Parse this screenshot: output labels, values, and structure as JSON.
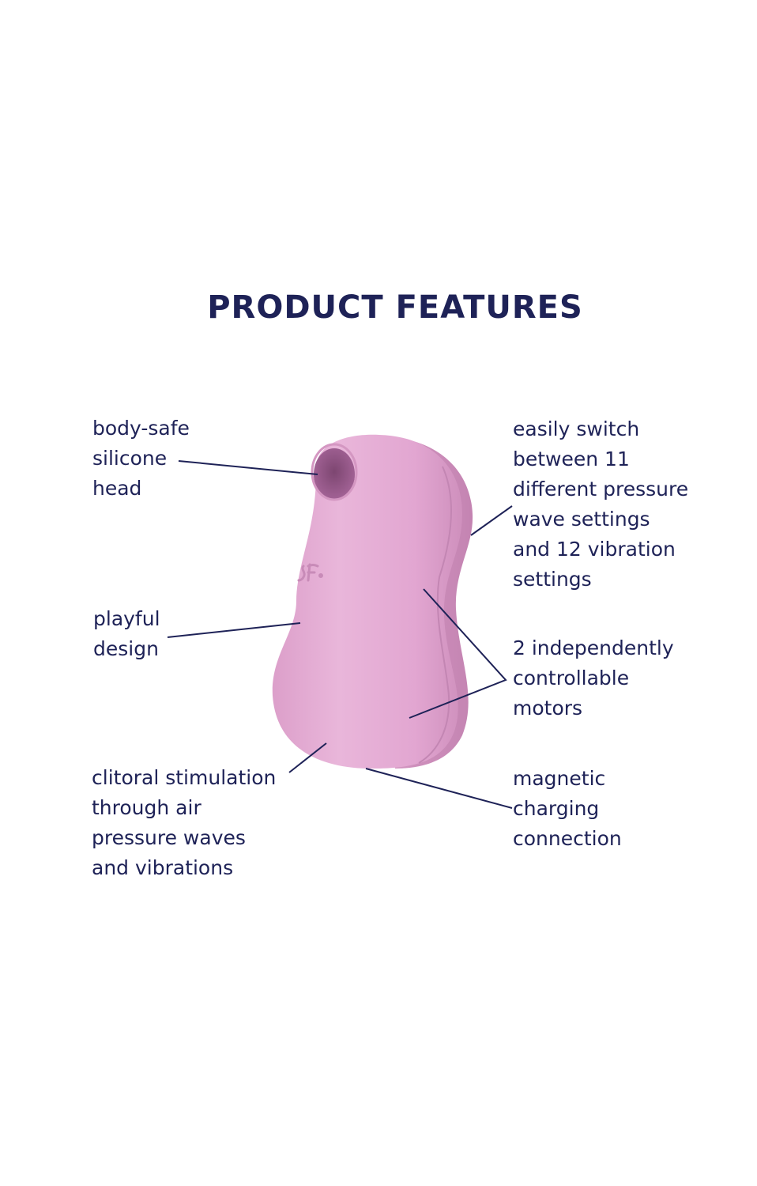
{
  "title": "PRODUCT FEATURES",
  "features": {
    "head": "body-safe\nsilicone\nhead",
    "design": "playful\ndesign",
    "stimulation": "clitoral stimulation\nthrough air\npressure waves\nand vibrations",
    "settings": "easily switch\nbetween 11\ndifferent pressure\nwave settings\nand 12 vibration\nsettings",
    "motors": "2 independently\ncontrollable\nmotors",
    "charging": "magnetic\ncharging\nconnection"
  },
  "colors": {
    "text": "#1e2257",
    "product": "#e3a8d2",
    "product_shade": "#c98bb8"
  }
}
